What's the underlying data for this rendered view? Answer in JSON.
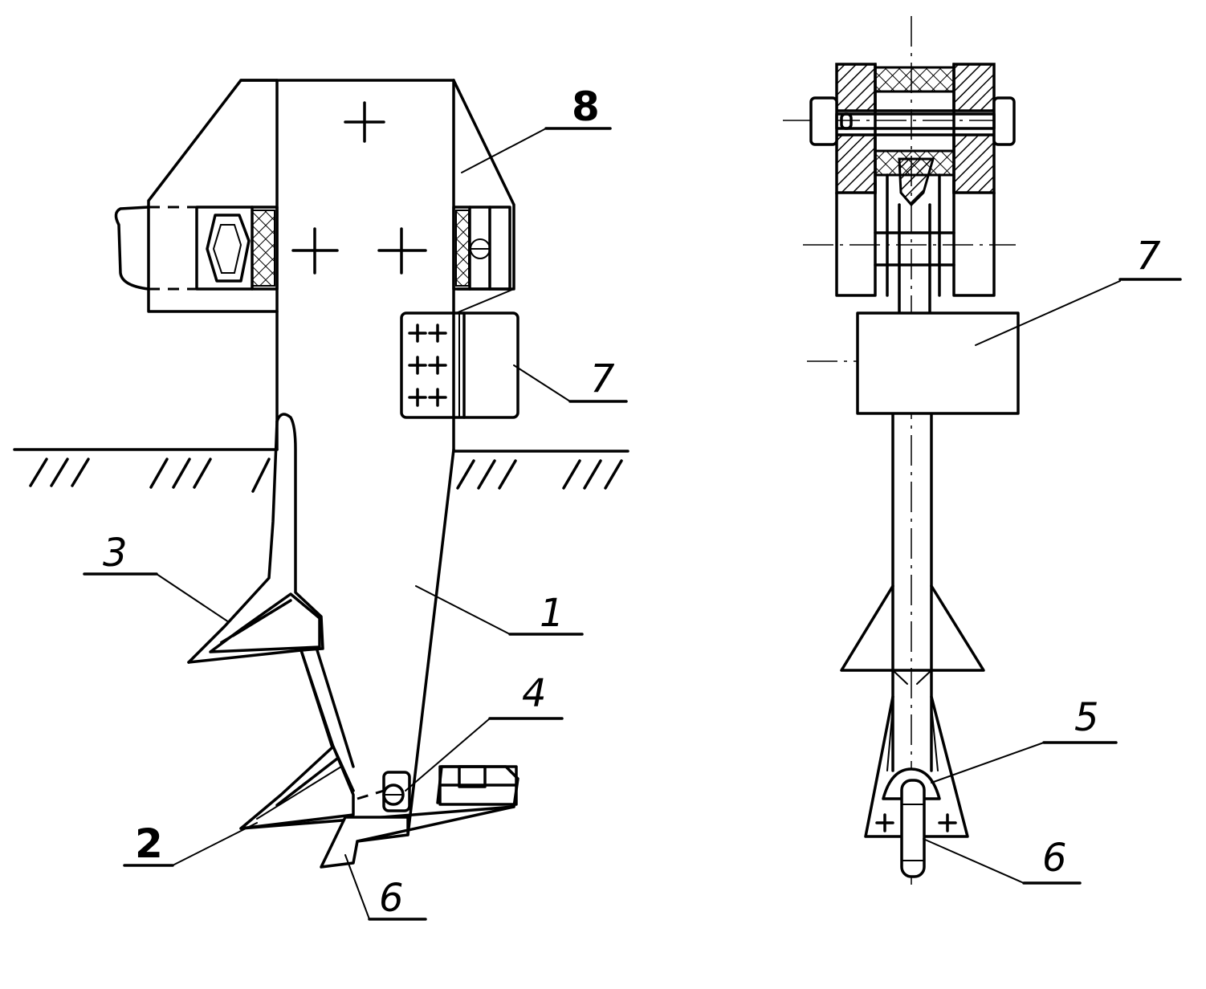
{
  "left_view": {
    "callouts": {
      "c1": "1",
      "c2": "2",
      "c3": "3",
      "c4": "4",
      "c6": "6",
      "c7": "7",
      "c8": "8"
    }
  },
  "right_view": {
    "callouts": {
      "c5": "5",
      "c6": "6",
      "c7": "7"
    }
  }
}
